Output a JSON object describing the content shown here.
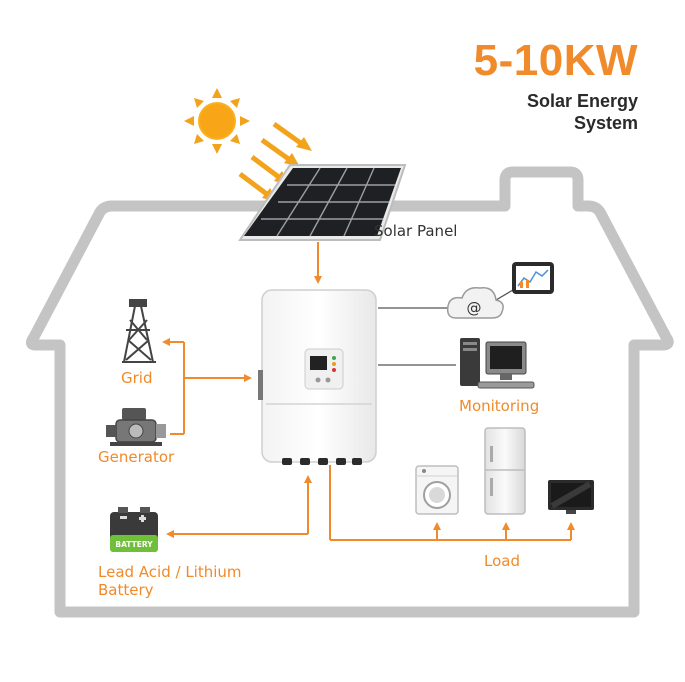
{
  "header": {
    "title": "5-10KW",
    "subtitle": "Solar Energy System"
  },
  "labels": {
    "solar_panel": "Solar Panel",
    "grid": "Grid",
    "generator": "Generator",
    "monitoring": "Monitoring",
    "load": "Load",
    "battery": "Lead Acid / Lithium Battery",
    "battery_badge": "BATTERY"
  },
  "icons": {
    "sun": "sun-icon",
    "cloud": "cloud-at-icon",
    "tablet": "tablet-icon"
  },
  "colors": {
    "accent": "#f08a2a",
    "house_outline": "#c4c4c4",
    "text_dark": "#2a2a2a",
    "battery_green": "#6fbf3a"
  }
}
